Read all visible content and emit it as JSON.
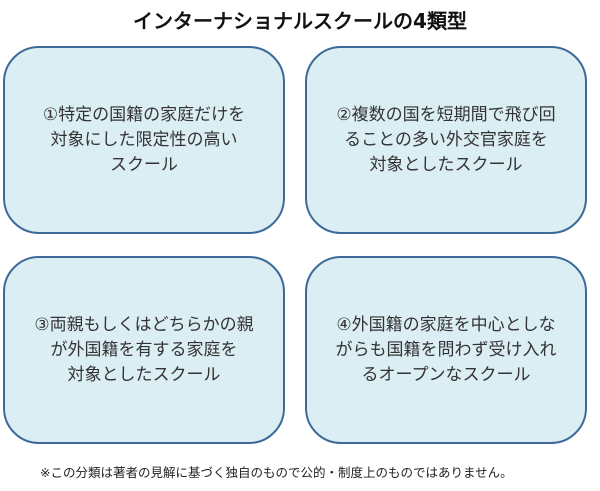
{
  "title": "インターナショナルスクールの4類型",
  "boxes": [
    {
      "lines": [
        "①特定の国籍の家庭だけを",
        "対象にした限定性の高い",
        "スクール"
      ]
    },
    {
      "lines": [
        "②複数の国を短期間で飛び回",
        "ることの多い外交官家庭を",
        "対象としたスクール"
      ]
    },
    {
      "lines": [
        "③両親もしくはどちらかの親",
        "が外国籍を有する家庭を",
        "対象としたスクール"
      ]
    },
    {
      "lines": [
        "④外国籍の家庭を中心としな",
        "がらも国籍を問わず受け入れ",
        "るオープンなスクール"
      ]
    }
  ],
  "footnote": "※この分類は著者の見解に基づく独自のもので公的・制度上のものではありません。",
  "colors": {
    "box_fill": "#dbeef4",
    "box_border": "#3d6a99"
  }
}
